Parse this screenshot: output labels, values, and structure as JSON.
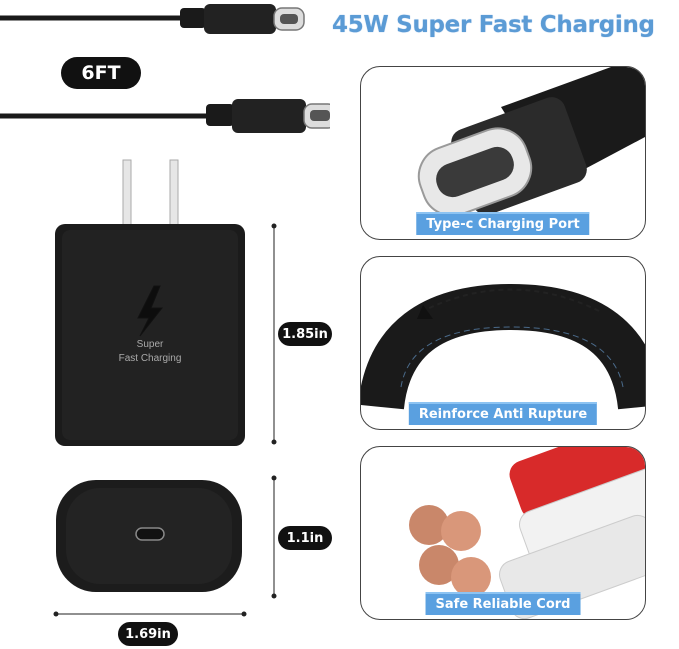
{
  "headline": "45W Super Fast Charging",
  "cable_length": "6FT",
  "charger": {
    "label_line1": "Super",
    "label_line2": "Fast Charging"
  },
  "dimensions": {
    "height": "1.85in",
    "depth": "1.1in",
    "width": "1.69in"
  },
  "features": [
    {
      "caption": "Type-c Charging Port"
    },
    {
      "caption": "Reinforce Anti Rupture"
    },
    {
      "caption": "Safe Reliable Cord"
    }
  ],
  "colors": {
    "accent_blue": "#5aa0e0",
    "headline_blue": "#5b9bd5",
    "product_black": "#1a1a1a"
  }
}
